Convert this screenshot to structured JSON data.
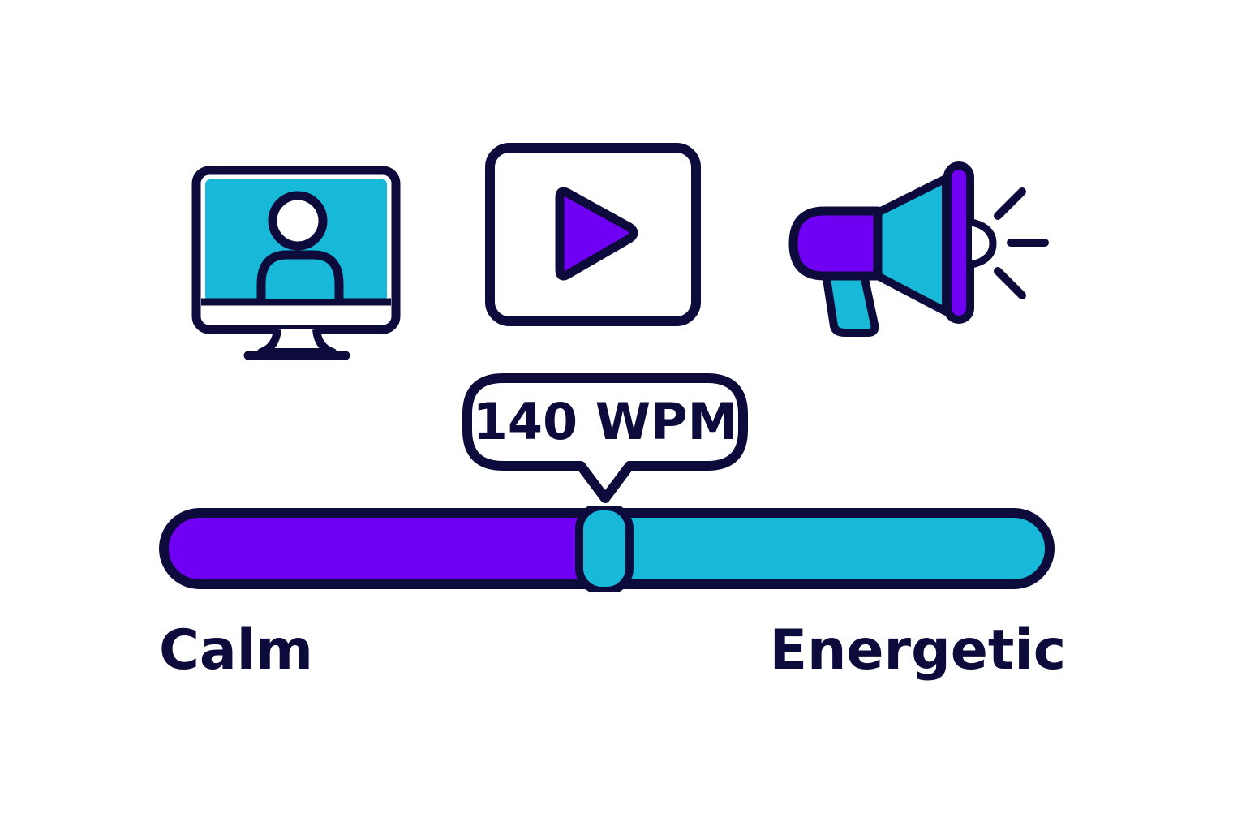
{
  "icons": {
    "left": "video-call-monitor-icon",
    "center": "play-video-icon",
    "right": "megaphone-icon"
  },
  "slider": {
    "value_label": "140 WPM",
    "value": 140,
    "position_fraction": 0.5,
    "min_label": "Calm",
    "max_label": "Energetic"
  },
  "colors": {
    "outline": "#0d0b3b",
    "purple": "#7000f4",
    "cyan": "#18b8d8",
    "background": "#ffffff"
  }
}
